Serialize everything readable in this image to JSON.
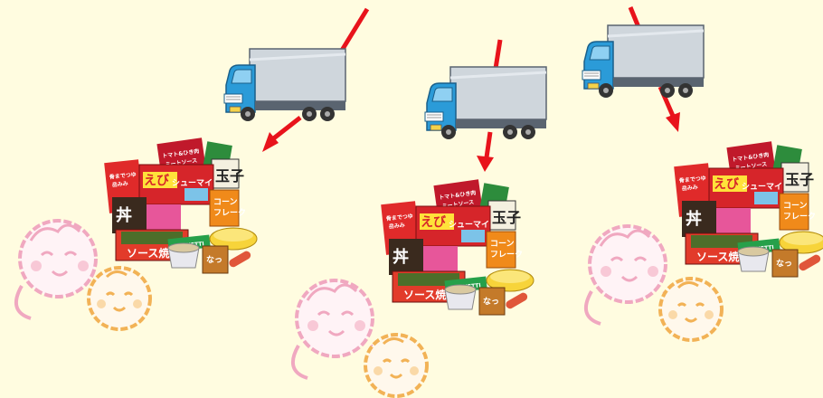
{
  "scene": {
    "background": "#fffce0",
    "colors": {
      "arrow": "#e8131b",
      "truck_cab": "#2b9bd8",
      "truck_box": "#cfd6dc",
      "baby_pink": "#f0a8c0",
      "baby_orange": "#f2b256"
    },
    "package_labels": {
      "sauce_red": "トマト&ひき肉\nミートソース",
      "ebi_shumai": "えびシューマイ",
      "tamago": "玉子",
      "cornflakes": "コーンフレーク",
      "sosu_yaki": "ソース焼",
      "spaghetti": "SPAGHETTI",
      "natto": "なっ",
      "mega": "骨までつゆ\n岳みみ"
    }
  }
}
